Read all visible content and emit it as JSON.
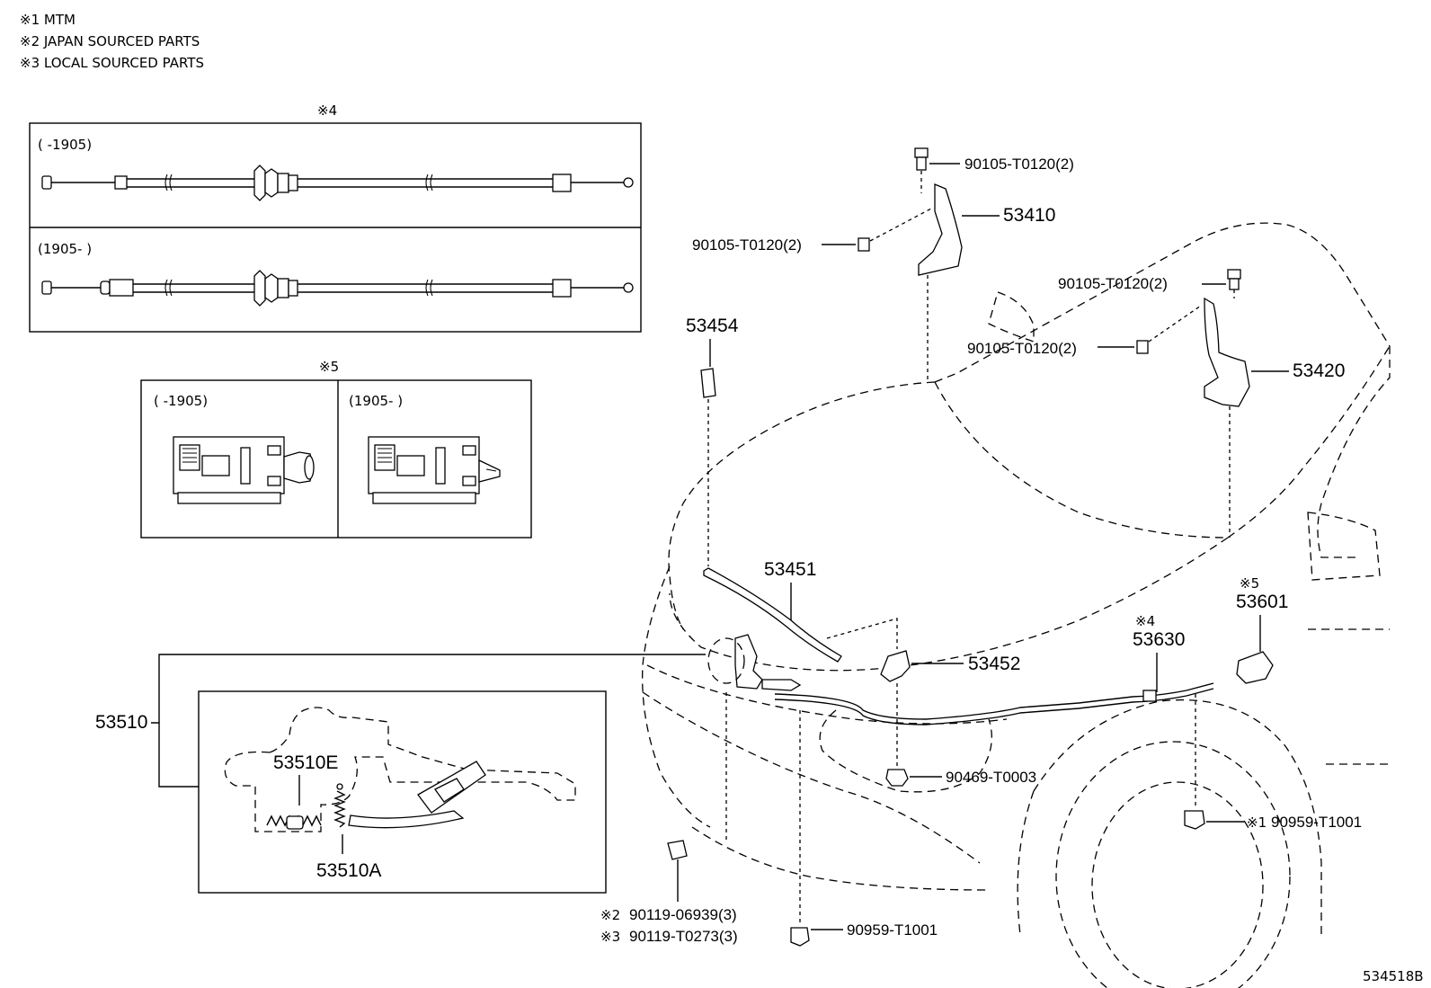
{
  "notes": [
    "※1 MTM",
    "※2 JAPAN SOURCED PARTS",
    "※3 LOCAL SOURCED PARTS"
  ],
  "box4": {
    "mark": "※4",
    "row1": "(      -1905)",
    "row2": "(1905-      )"
  },
  "box5": {
    "mark": "※5",
    "left": "(      -1905)",
    "right": "(1905-      )"
  },
  "parts": {
    "p53410": "53410",
    "p53420": "53420",
    "p53454": "53454",
    "p53451": "53451",
    "p53452": "53452",
    "p53630": "53630",
    "p53630_mark": "※4",
    "p53601": "53601",
    "p53601_mark": "※5",
    "p53510": "53510",
    "p53510E": "53510E",
    "p53510A": "53510A",
    "b1": "90105-T0120(2)",
    "b2": "90105-T0120(2)",
    "b3": "90105-T0120(2)",
    "b4": "90105-T0120(2)",
    "c1": "90469-T0003",
    "c2_mark": "※1",
    "c2": "90959-T1001",
    "c3": "90959-T1001",
    "s1_mark": "※2",
    "s1": "90119-06939(3)",
    "s2_mark": "※3",
    "s2": "90119-T0273(3)"
  },
  "figure_code": "534518B"
}
